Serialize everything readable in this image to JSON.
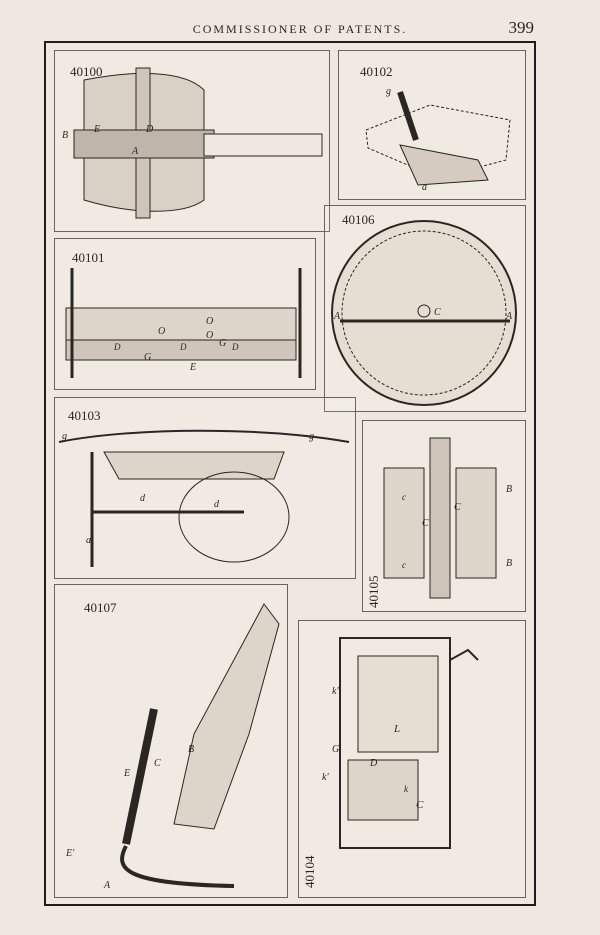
{
  "header": {
    "title": "COMMISSIONER OF PATENTS.",
    "page_number": "399"
  },
  "figures": [
    {
      "number": "40100",
      "letters": [
        "B",
        "E",
        "D",
        "A"
      ]
    },
    {
      "number": "40102",
      "letters": [
        "g",
        "a"
      ]
    },
    {
      "number": "40101",
      "letters": [
        "O",
        "O",
        "O",
        "D",
        "D",
        "D",
        "G",
        "G",
        "E"
      ]
    },
    {
      "number": "40106",
      "letters": [
        "A",
        "A",
        "C"
      ]
    },
    {
      "number": "40103",
      "letters": [
        "g",
        "g",
        "d",
        "d",
        "a"
      ]
    },
    {
      "number": "40105",
      "letters": [
        "B",
        "B",
        "C",
        "C",
        "c",
        "c"
      ]
    },
    {
      "number": "40107",
      "letters": [
        "B",
        "C",
        "E",
        "E'",
        "A"
      ]
    },
    {
      "number": "40104",
      "letters": [
        "k\"",
        "L",
        "G",
        "D",
        "k'",
        "C",
        "k"
      ]
    }
  ]
}
